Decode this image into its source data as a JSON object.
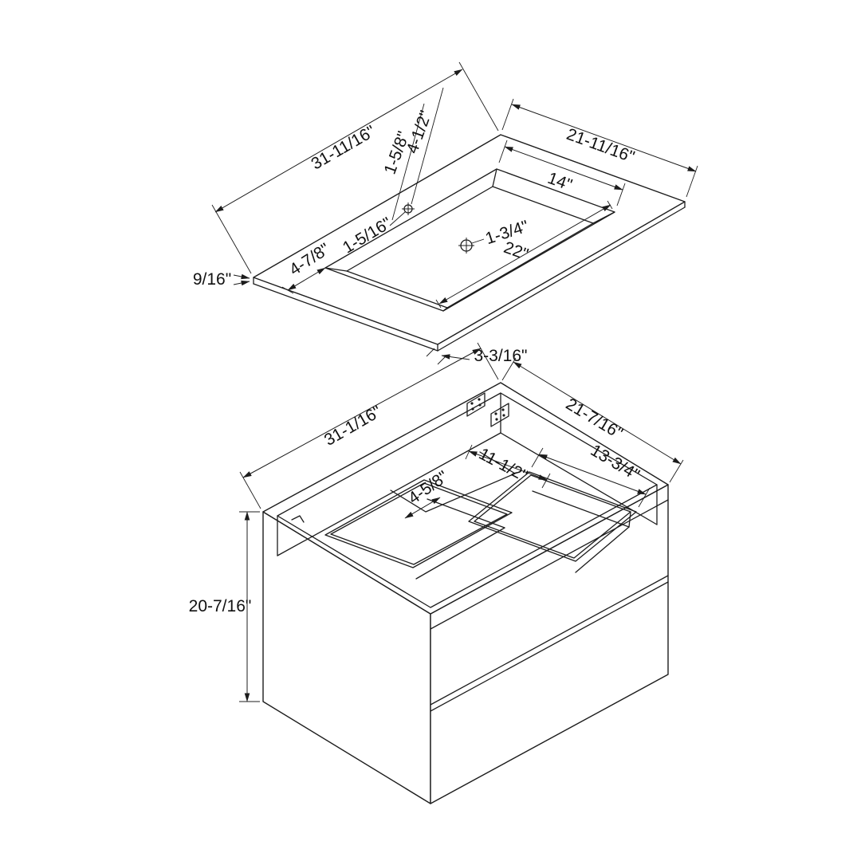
{
  "drawing_type": "isometric dimension drawing of wall-hung vanity with countertop",
  "countertop": {
    "width": "31-11/16\"",
    "depth": "21-11/16\"",
    "thickness": "9/16\"",
    "front_edge": "3-3/16\"",
    "basin_length": "22\"",
    "basin_depth": "14\"",
    "basin_side_inset": "4-7/8\"",
    "faucet_offset_back": "4-1/2\"",
    "faucet_offset_side": "1-5/8\"",
    "faucet_hole_diameter": "1-5/16\"",
    "drain_diameter": "1-3/4\""
  },
  "cabinet": {
    "width": "31-1/16\"",
    "depth": "21-7/16\"",
    "height": "20-7/16\"",
    "drawer_width": "13-3/4\"",
    "cutout_width": "11-1/2\"",
    "cutout_depth": "4-5/8\""
  },
  "colors": {
    "line": "#1c1c1c",
    "background": "#ffffff"
  }
}
